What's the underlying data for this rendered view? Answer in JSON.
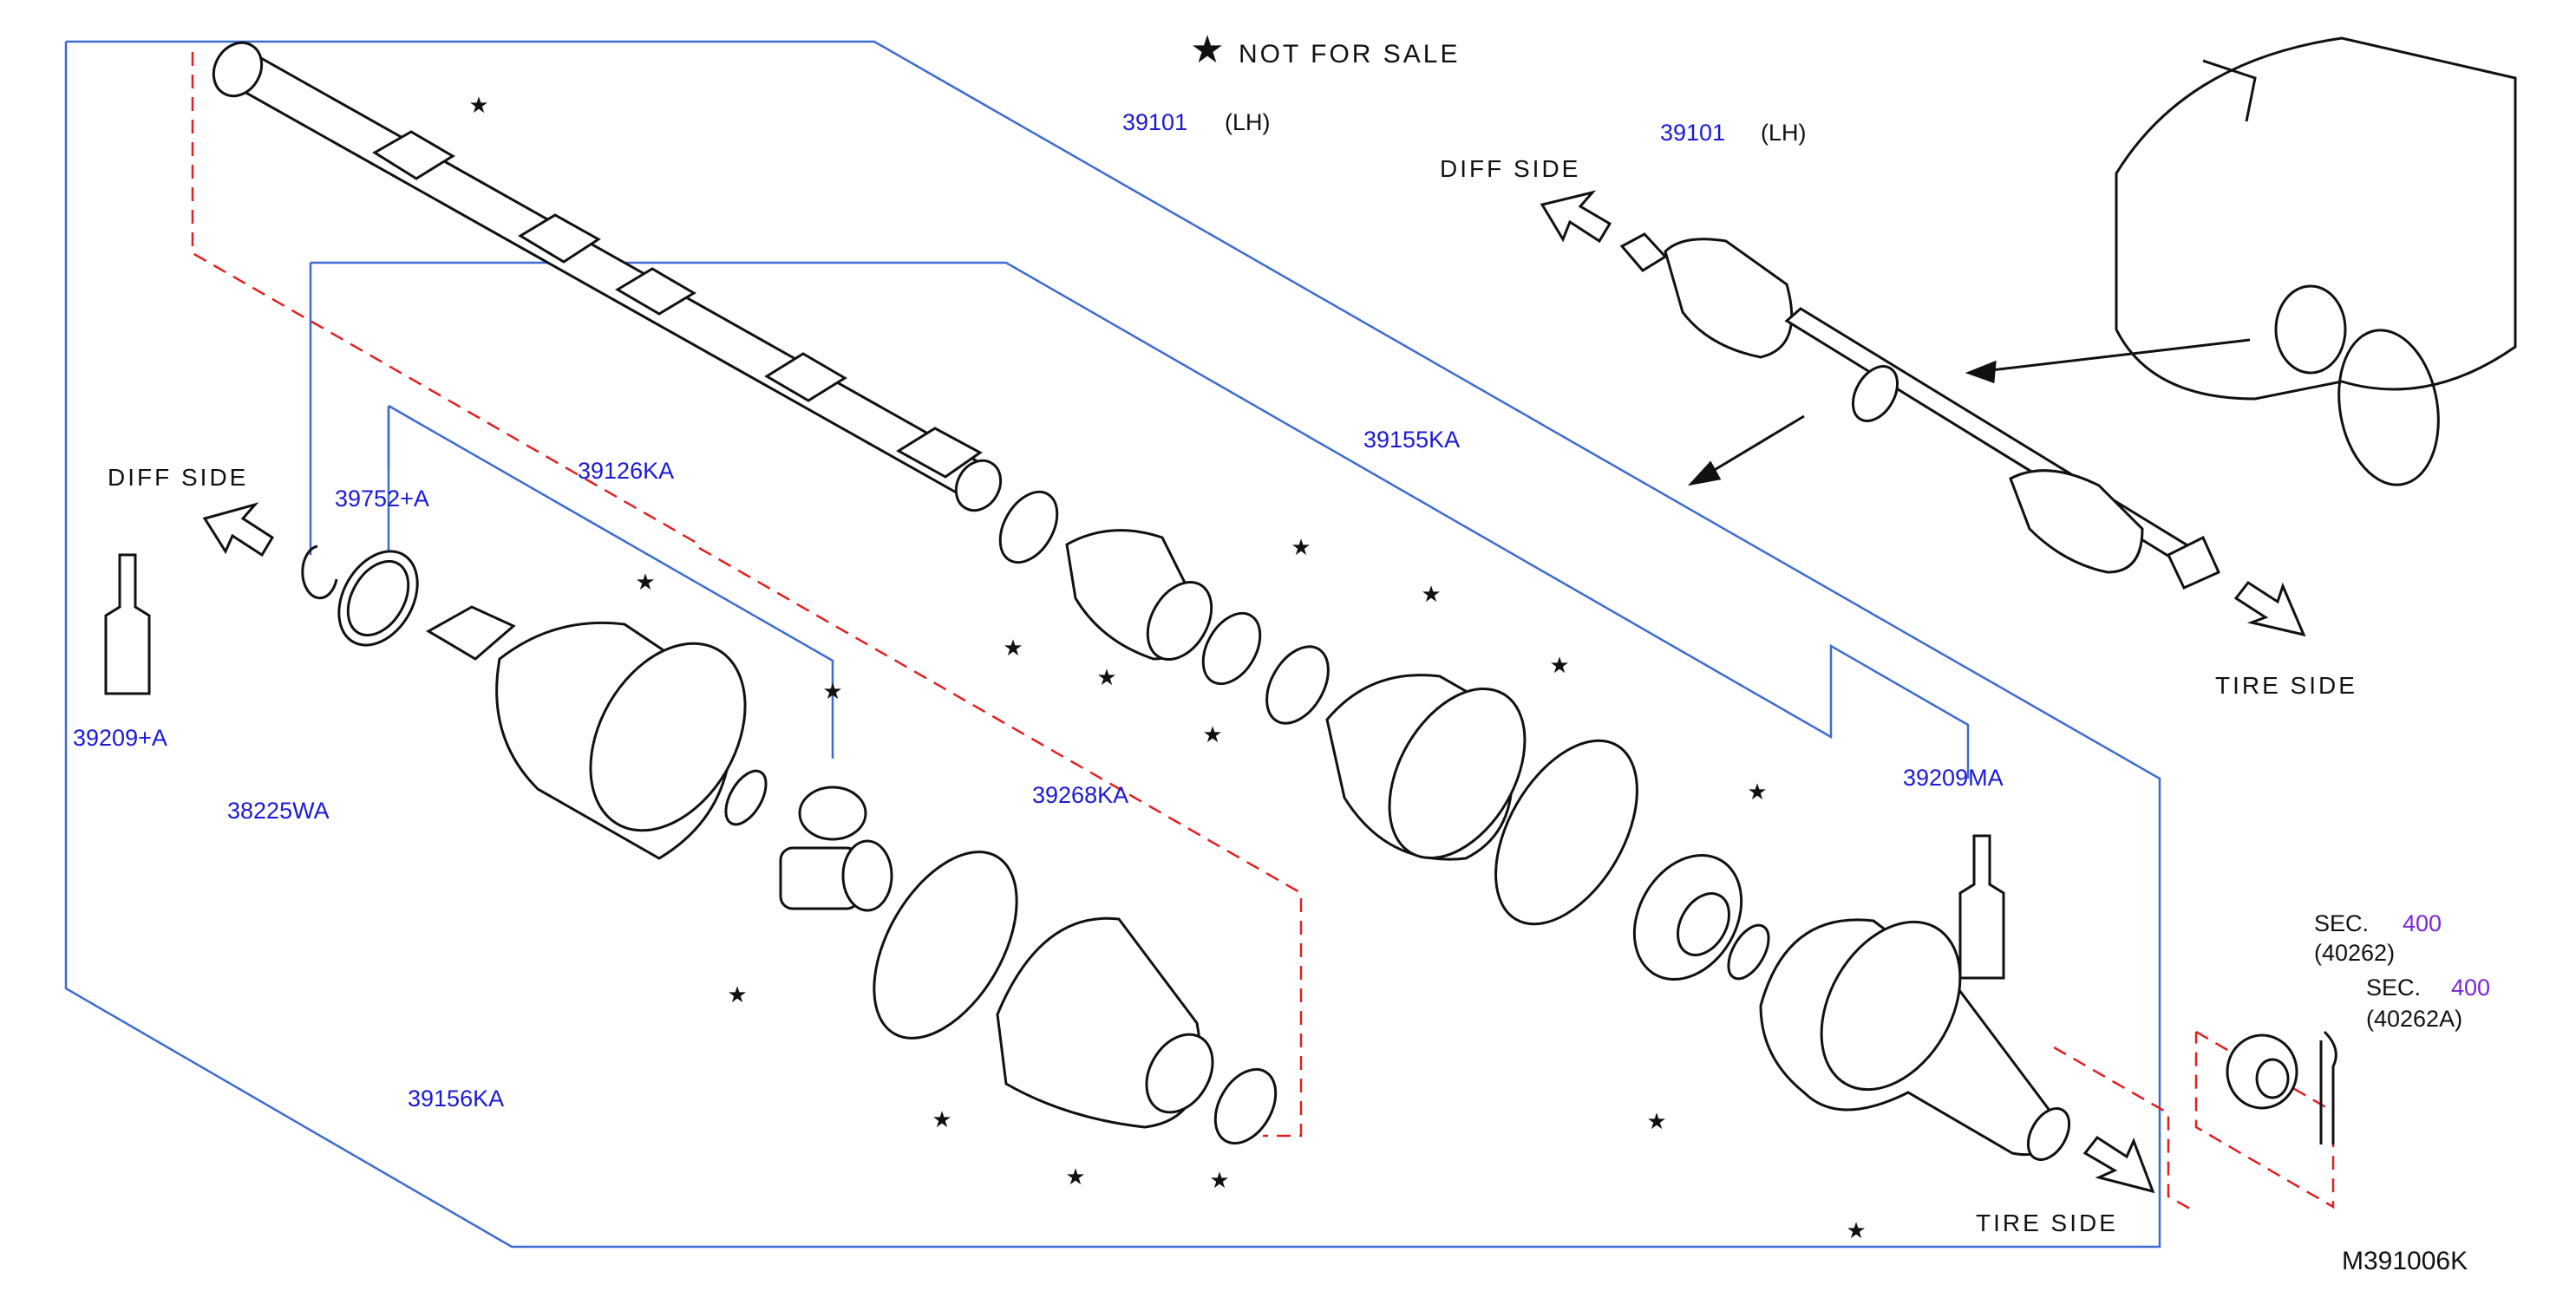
{
  "legend": {
    "symbol": "★",
    "text": "NOT FOR SALE"
  },
  "directions": {
    "diff_side_upper": "DIFF SIDE",
    "diff_side_left": "DIFF SIDE",
    "tire_side_upper": "TIRE SIDE",
    "tire_side_lower": "TIRE SIDE"
  },
  "part_numbers": {
    "shaft": "39101",
    "shaft_side": "(LH)",
    "inset_shaft": "39101",
    "inset_shaft_side": "(LH)",
    "boot_kit_inner_lower": "39126KA",
    "snap_ring": "39752+A",
    "grease": "39209+A",
    "circlip": "38225WA",
    "repair_kit_inner": "39156KA",
    "band_kit": "39268KA",
    "boot_kit_outer": "39155KA",
    "grease_outer": "39209MA",
    "figure_id": "M391006K"
  },
  "section_refs": [
    {
      "prefix": "SEC.",
      "number": "400",
      "sub": "(40262)"
    },
    {
      "prefix": "SEC.",
      "number": "400",
      "sub": "(40262A)"
    }
  ],
  "colors": {
    "callout_line": "#3d6bd1",
    "dashed_line": "#e02020",
    "part_number": "#1a1ad6",
    "section_number": "#7a26d9",
    "drawing": "#111111"
  }
}
